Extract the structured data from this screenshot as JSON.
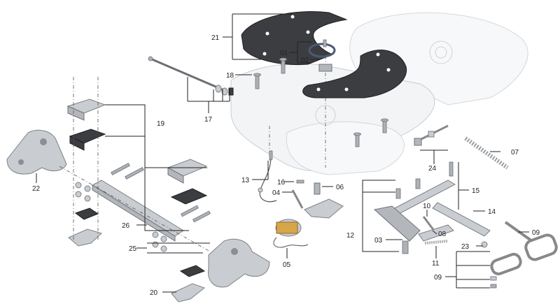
{
  "diagram": {
    "labels": {
      "p01": "01",
      "p02": "02",
      "p03": "03",
      "p04": "04",
      "p05": "05",
      "p06": "06",
      "p07": "07",
      "p08": "08",
      "p09a": "09",
      "p09b": "09",
      "p10": "10",
      "p11": "11",
      "p12": "12",
      "p13": "13",
      "p14": "14",
      "p15": "15",
      "p16": "16",
      "p17": "17",
      "p18": "18",
      "p19": "19",
      "p20": "20",
      "p21": "21",
      "p22": "22",
      "p23": "23",
      "p24": "24",
      "p25": "25",
      "p26": "26"
    }
  }
}
